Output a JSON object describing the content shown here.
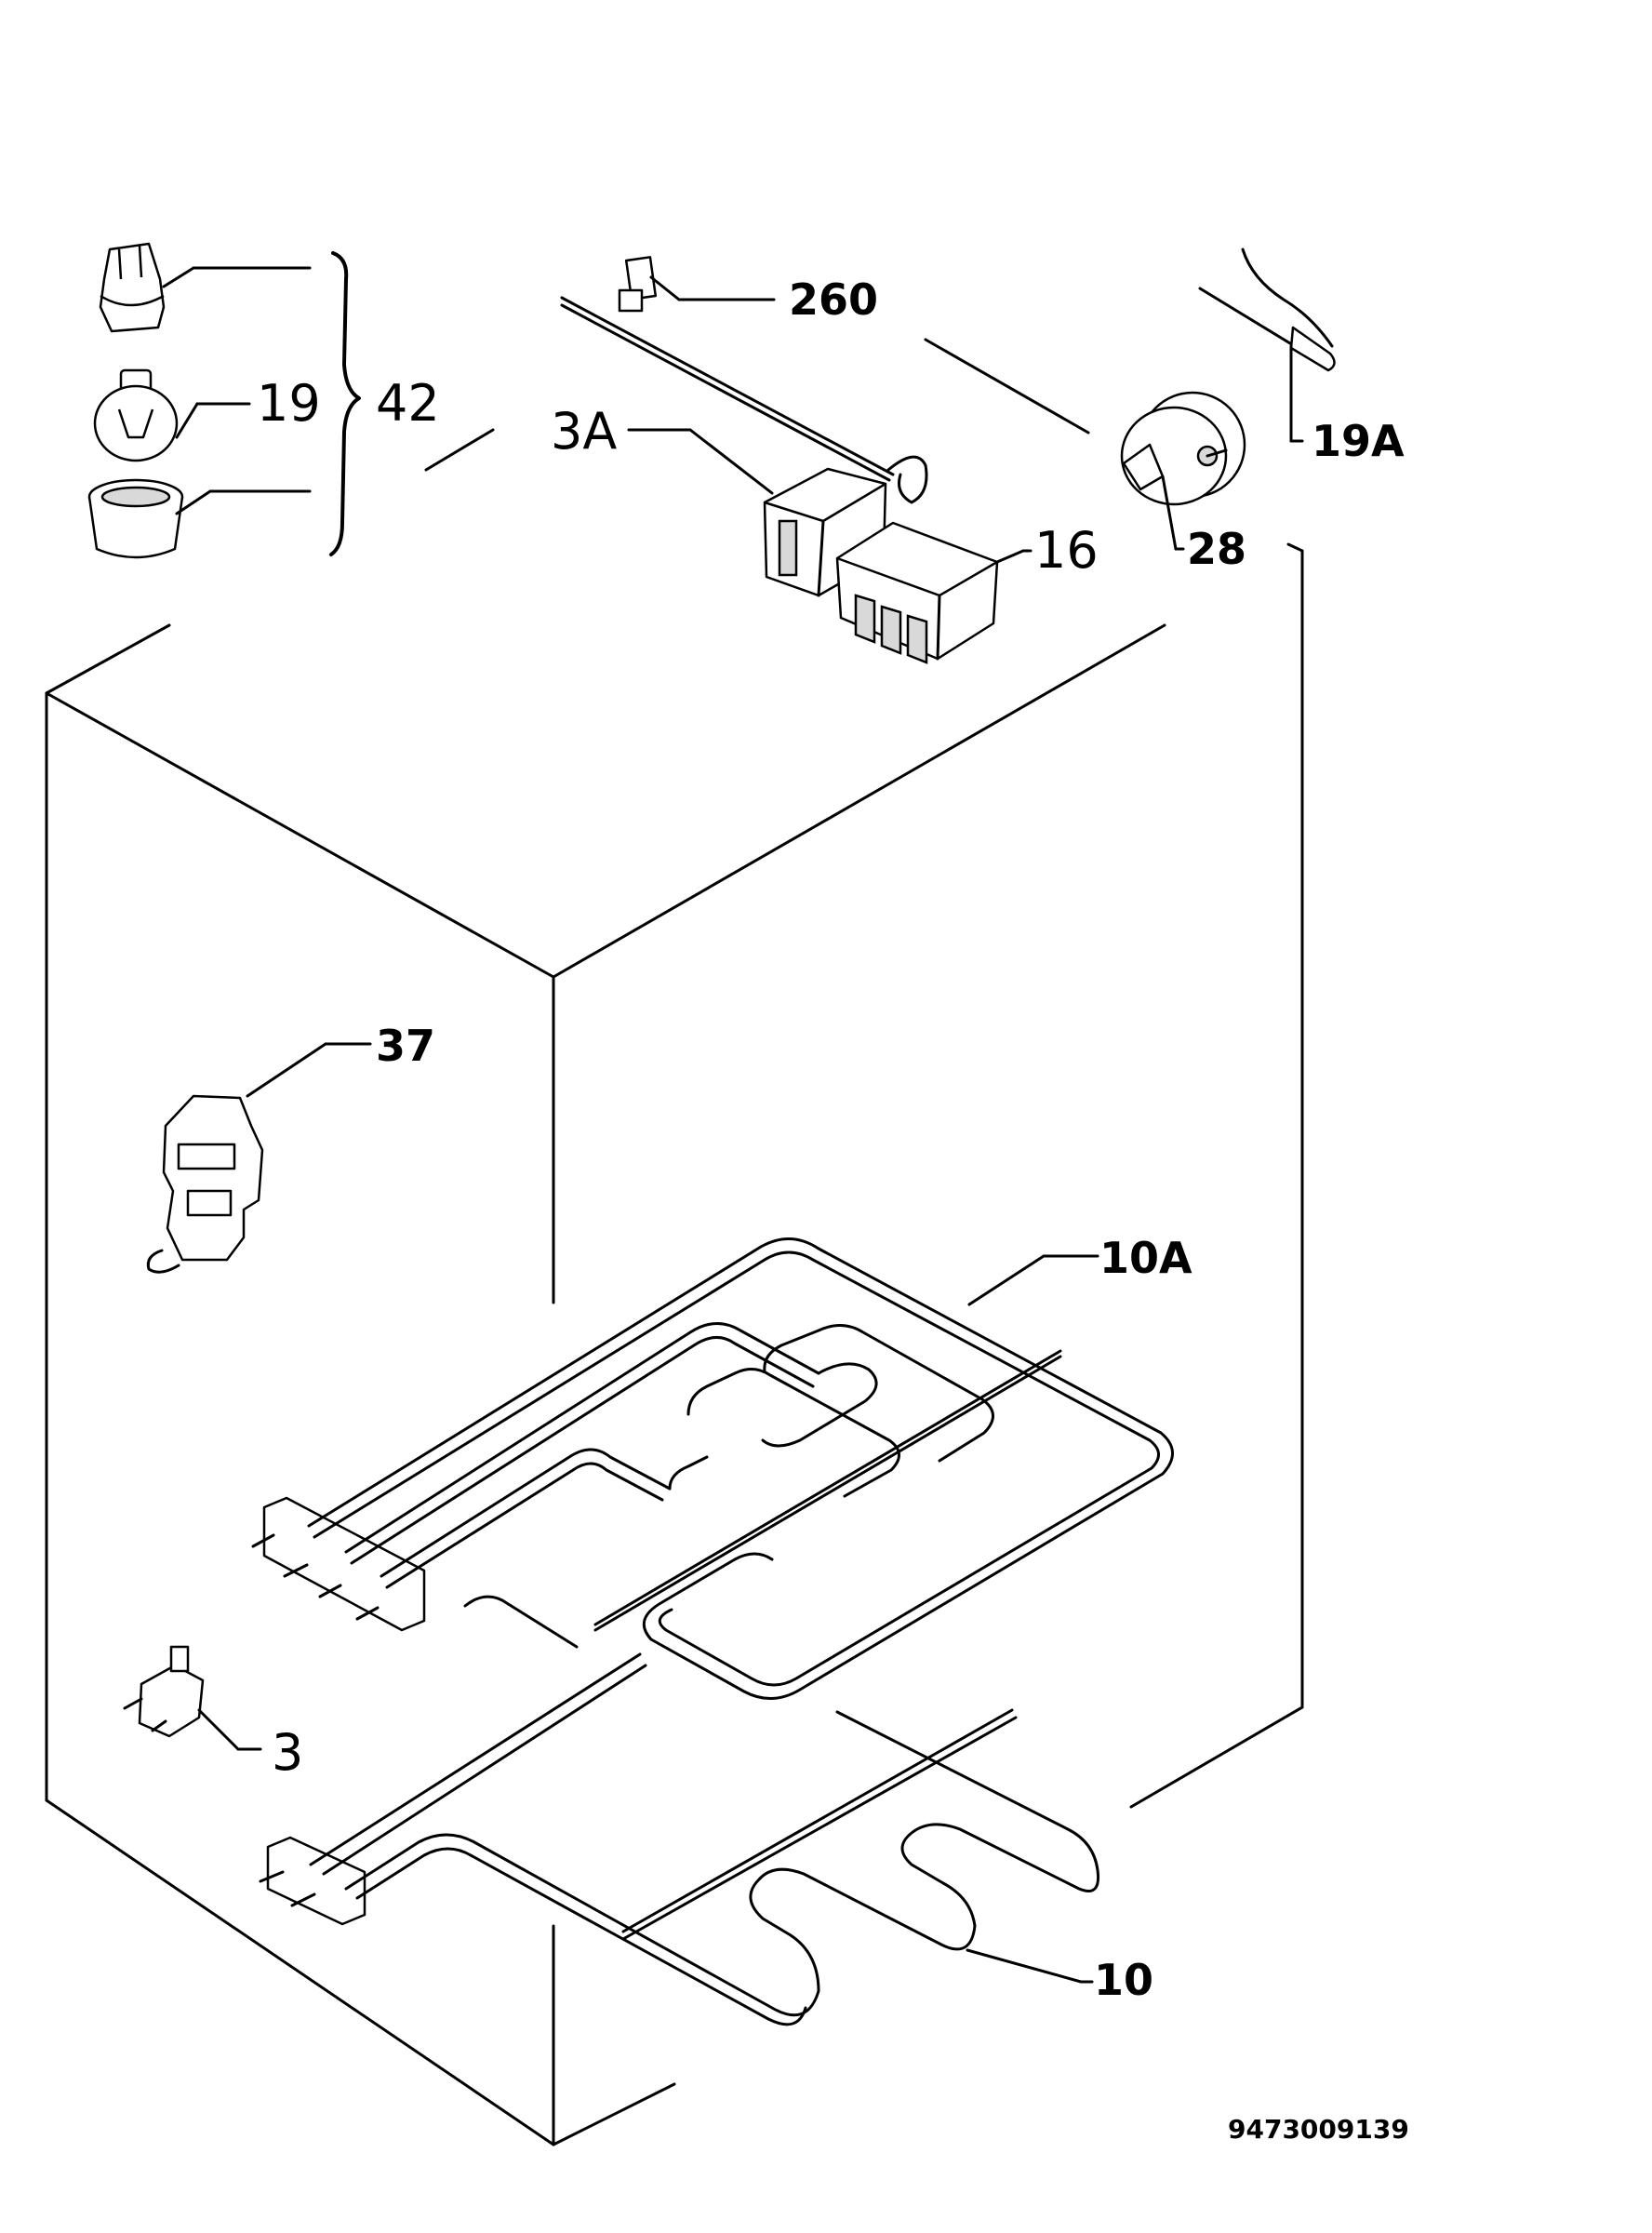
{
  "diagram": {
    "labels": {
      "p260": "260",
      "p19a": "19A",
      "p19": "19",
      "p42": "42",
      "p3a": "3A",
      "p16": "16",
      "p28": "28",
      "p37": "37",
      "p10a": "10A",
      "p3": "3",
      "p10": "10"
    },
    "drawing_number": "9473009139"
  }
}
